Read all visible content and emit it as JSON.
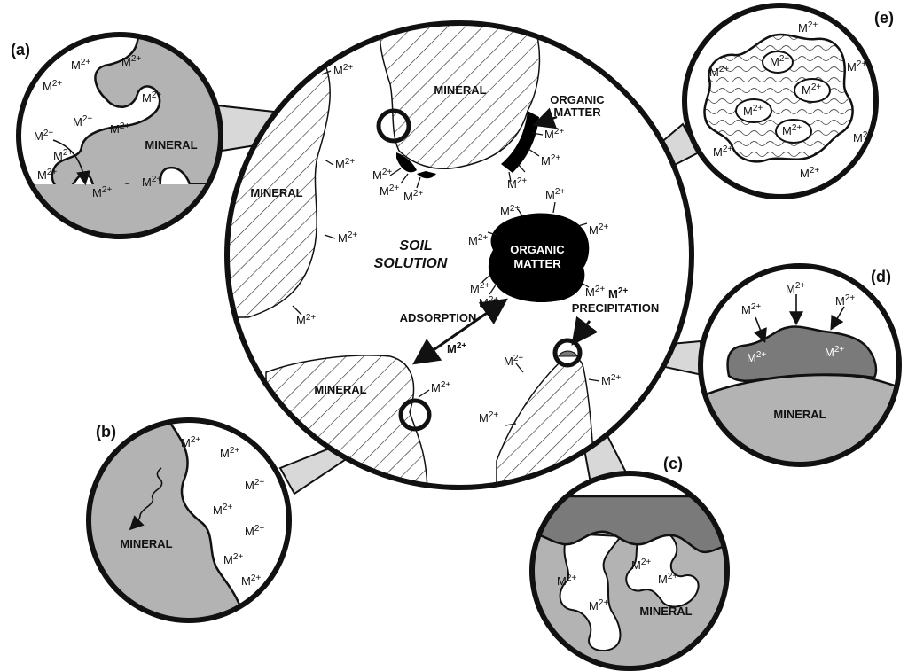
{
  "ion": "M",
  "charge": "2+",
  "labels": {
    "mineral": "MINERAL",
    "organic_line1": "ORGANIC",
    "organic_line2": "MATTER",
    "soil_line1": "SOIL",
    "soil_line2": "SOLUTION",
    "adsorption": "ADSORPTION",
    "precipitation": "PRECIPITATION"
  },
  "panels": {
    "a": "(a)",
    "b": "(b)",
    "c": "(c)",
    "d": "(d)",
    "e": "(e)"
  },
  "colors": {
    "mineral_fill": "#b3b3b3",
    "precipitate_fill": "#7a7a7a",
    "organic_fill": "#000000",
    "outline": "#111111",
    "background": "#ffffff"
  }
}
